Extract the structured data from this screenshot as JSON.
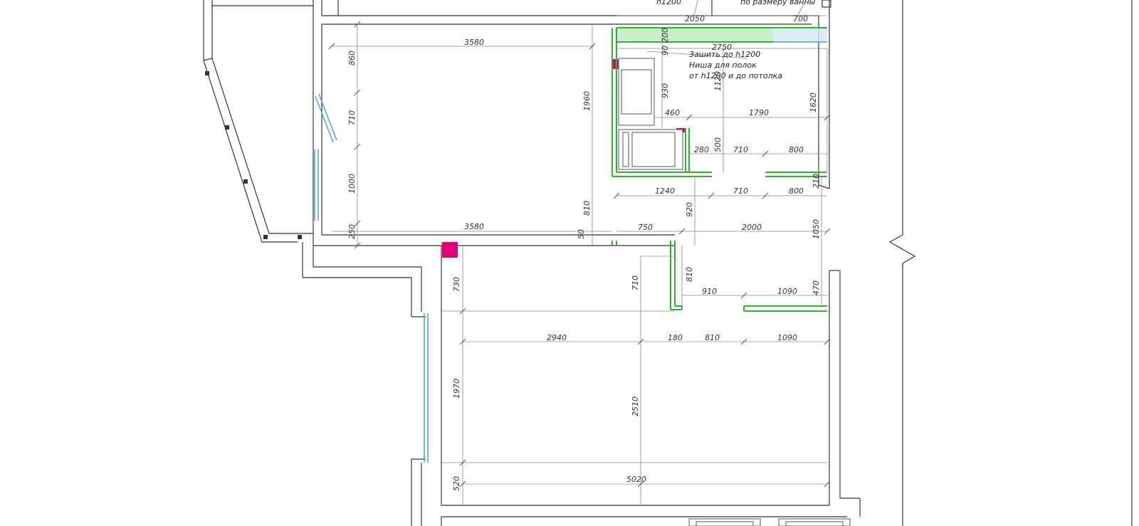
{
  "notes": {
    "n1": "h1200",
    "n2": "по размеру ванны",
    "n3": "Зашить до h1200",
    "n4": "Ниша для полок",
    "n5": "от h1200 и до потолка"
  },
  "dimensions": {
    "d2050": "2050",
    "d700": "700",
    "d3580a": "3580",
    "d2750": "2750",
    "d200": "200",
    "d90": "90",
    "d860": "860",
    "d930": "930",
    "d1120": "1120",
    "d710a": "710",
    "d1960": "1960",
    "d460": "460",
    "d1790": "1790",
    "d1620": "1620",
    "d500": "500",
    "d280": "280",
    "d710b": "710",
    "d800a": "800",
    "d1000": "1000",
    "d1240": "1240",
    "d710c": "710",
    "d800b": "800",
    "d210": "210",
    "d920": "920",
    "d810a": "810",
    "d250": "250",
    "d3580b": "3580",
    "d50": "50",
    "d750": "750",
    "d2000": "2000",
    "d1050": "1050",
    "d730": "730",
    "d710d": "710",
    "d810b": "810",
    "d910": "910",
    "d1090a": "1090",
    "d470": "470",
    "d2940": "2940",
    "d180": "180",
    "d810c": "810",
    "d1090b": "1090",
    "d1970": "1970",
    "d2510": "2510",
    "d520": "520",
    "d5020": "5020"
  },
  "colors": {
    "wall": "#333333",
    "green_partition": "#2bb52b",
    "window_glass": "#4aa3d8",
    "column": "#e0007a",
    "tile_hatch": "#9ee39e"
  }
}
